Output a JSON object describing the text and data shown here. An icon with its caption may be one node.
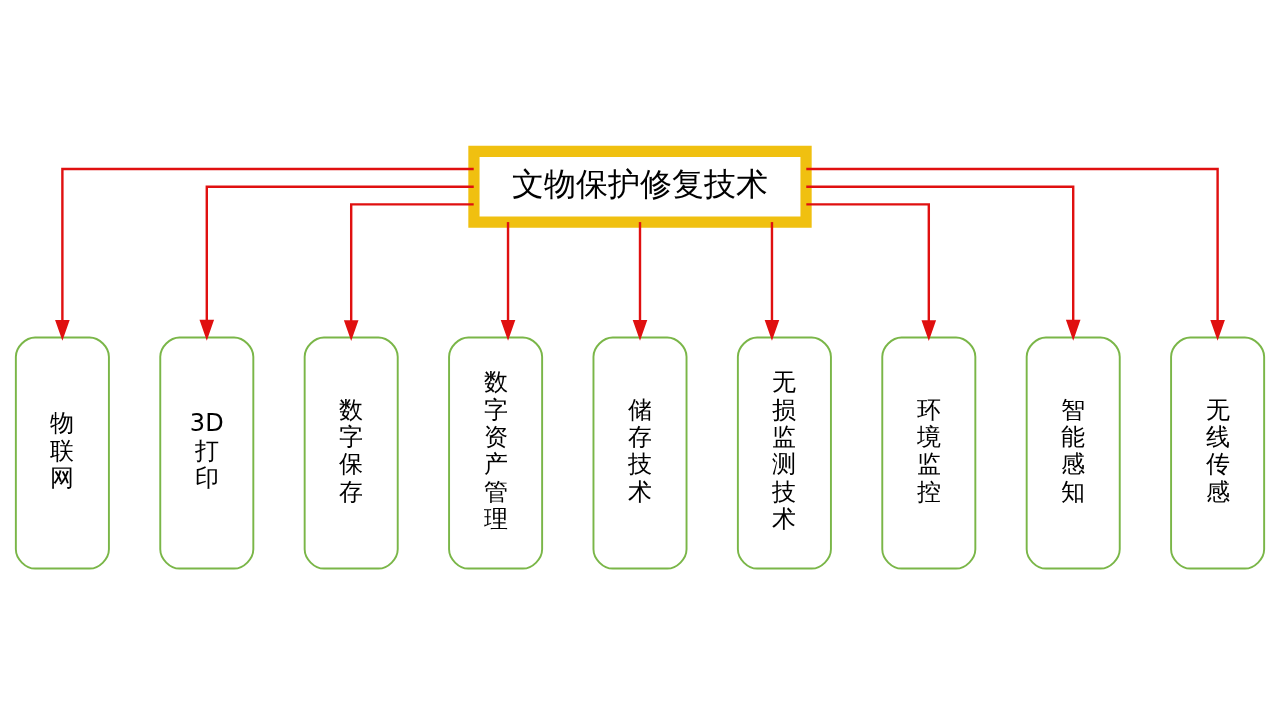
{
  "diagram": {
    "nodes": [
      {
        "text": [
          "文物保护修复技术"
        ]
      },
      {
        "text": [
          "物联网"
        ]
      },
      {
        "text": [
          "3D打印"
        ]
      },
      {
        "text": [
          "数字保存"
        ]
      },
      {
        "text": [
          "数字资产管理"
        ]
      },
      {
        "text": [
          "储存技术"
        ]
      },
      {
        "text": [
          "无损监测技术"
        ]
      },
      {
        "text": [
          "环境监控"
        ]
      },
      {
        "text": [
          "智能感知"
        ]
      },
      {
        "text": [
          "无线传感"
        ]
      }
    ],
    "edges": [
      {
        "from": 0,
        "to": 1,
        "arrow": "to"
      },
      {
        "from": 0,
        "to": 2,
        "arrow": "to"
      },
      {
        "from": 0,
        "to": 3,
        "arrow": "to"
      },
      {
        "from": 0,
        "to": 4,
        "arrow": "to"
      },
      {
        "from": 0,
        "to": 5,
        "arrow": "to"
      },
      {
        "from": 0,
        "to": 6,
        "arrow": "to"
      },
      {
        "from": 0,
        "to": 7,
        "arrow": "to"
      },
      {
        "from": 0,
        "to": 8,
        "arrow": "to"
      },
      {
        "from": 0,
        "to": 9,
        "arrow": "to"
      }
    ]
  }
}
